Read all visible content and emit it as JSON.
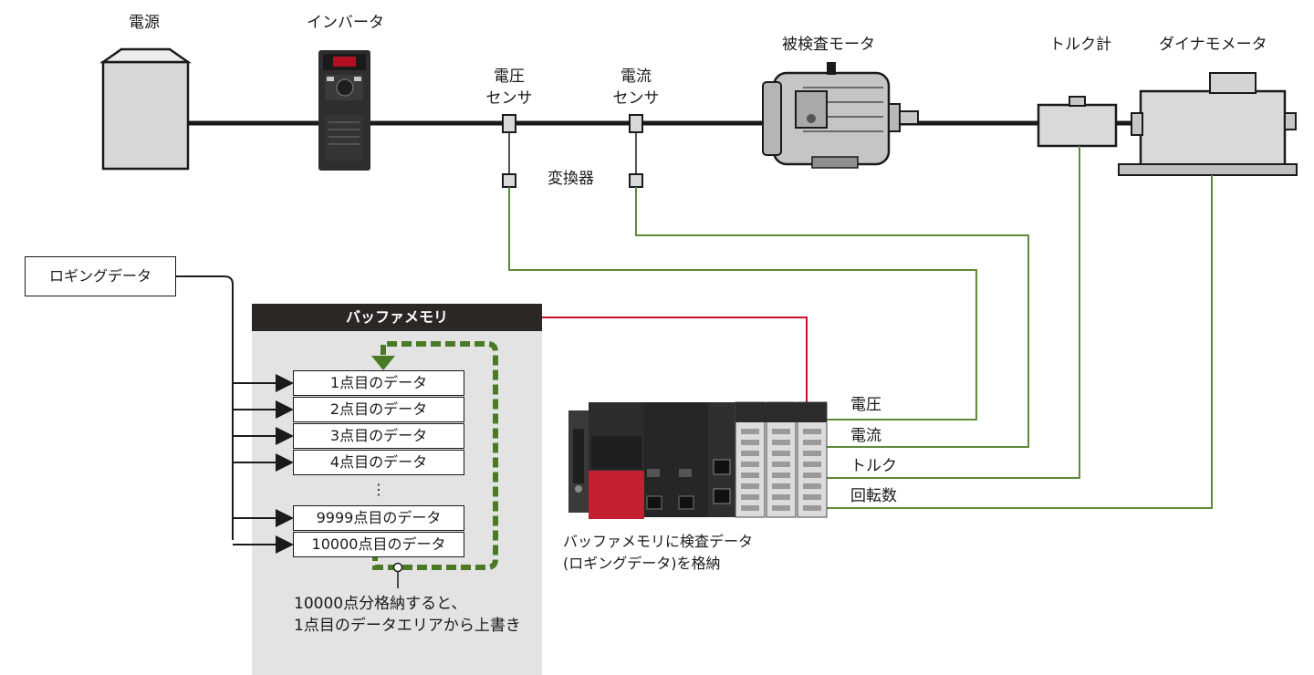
{
  "equipment": {
    "power_supply": "電源",
    "inverter": "インバータ",
    "voltage_sensor": "電圧\nセンサ",
    "current_sensor": "電流\nセンサ",
    "motor": "被検査モータ",
    "torque_meter": "トルク計",
    "dynamometer": "ダイナモメータ",
    "converter": "変換器"
  },
  "logging": {
    "source_label": "ロギングデータ",
    "buffer_title": "バッファメモリ",
    "slots": [
      "1点目のデータ",
      "2点目のデータ",
      "3点目のデータ",
      "4点目のデータ",
      "⋮",
      "9999点目のデータ",
      "10000点目のデータ"
    ],
    "overwrite_note": "10000点分格納すると、\n1点目のデータエリアから上書き"
  },
  "plc": {
    "caption": "バッファメモリに検査データ\n(ロギングデータ)を格納",
    "inputs": [
      "電圧",
      "電流",
      "トルク",
      "回転数"
    ]
  },
  "colors": {
    "signal_line": "#5e8a3a",
    "buffer_link": "#c8102e",
    "loop_arrow": "#4a7a25",
    "header_bg": "#2b2724",
    "panel_bg": "#e3e3e3",
    "device_gray": "#dcdcdc"
  }
}
